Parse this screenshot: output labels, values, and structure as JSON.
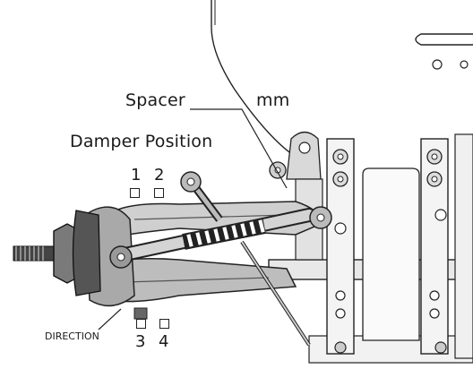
{
  "labels": {
    "spacer": "Spacer",
    "mm": "mm",
    "damper_position": "Damper Position",
    "direction": "DIRECTION",
    "pos1": "1",
    "pos2": "2",
    "pos3": "3",
    "pos4": "4"
  },
  "colors": {
    "ink": "#1a1a1a",
    "part_dark": "#2b2b2b",
    "part_mid": "#6e6e6e",
    "part_light": "#bdbdbd",
    "background": "#ffffff"
  }
}
